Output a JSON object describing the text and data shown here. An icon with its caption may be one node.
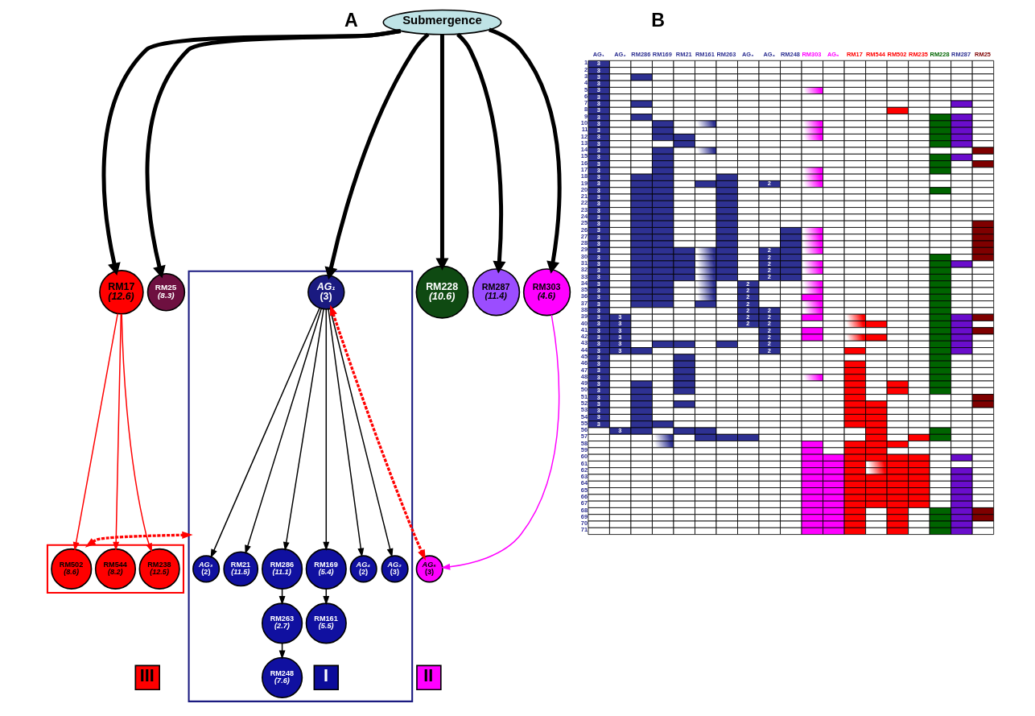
{
  "diagram": {
    "nodes": [
      {
        "text": [
          "Submergence"
        ]
      },
      {
        "text": [
          "RM17",
          "(12.6)"
        ]
      },
      {
        "text": [
          "RM25",
          "(8.3)"
        ]
      },
      {
        "text": [
          "RM228",
          "(10.6)"
        ]
      },
      {
        "text": [],
        "shape": "box"
      },
      {
        "text": [
          "AG₁",
          "(3)"
        ],
        "in": 4
      },
      {
        "text": [
          "AG₂",
          "(3)"
        ],
        "in": 4
      },
      {
        "text": [
          "RM21",
          "(11.5)"
        ],
        "in": 4
      },
      {
        "text": [
          "RM286",
          "(11.1)"
        ],
        "in": 4
      },
      {
        "text": [
          "RM169",
          "(5.4)"
        ],
        "in": 4
      },
      {
        "text": [
          "AG₄",
          "(2)"
        ],
        "in": 4
      },
      {
        "text": [
          "AG₃",
          "(2)"
        ],
        "in": 4
      },
      {
        "text": [
          "RM263",
          "(2.7)"
        ],
        "in": 4
      },
      {
        "text": [
          "RM161",
          "(5.5)"
        ],
        "in": 4
      },
      {
        "text": [
          "RM248",
          "(7.6)"
        ],
        "in": 4
      },
      {
        "text": [
          "I"
        ],
        "in": 4
      },
      {
        "text": [
          "RM287",
          "(11.4)"
        ]
      },
      {
        "text": [
          "RM303",
          "(4.6)"
        ]
      },
      {
        "text": [],
        "shape": "box"
      },
      {
        "text": [
          "RM238",
          "(12.5)"
        ],
        "in": 18
      },
      {
        "text": [
          "RM502",
          "(8.6)"
        ],
        "in": 18
      },
      {
        "text": [
          "RM544",
          "(8.2)"
        ],
        "in": 18
      },
      {
        "text": [
          "AG₅",
          "(3)"
        ]
      },
      {
        "text": [
          "III"
        ]
      },
      {
        "text": [
          "II"
        ]
      }
    ],
    "edges": [
      {
        "from": 0,
        "to": 1,
        "arrow": "to",
        "style": "thick"
      },
      {
        "from": 0,
        "to": 2,
        "arrow": "to",
        "style": "thick"
      },
      {
        "from": 0,
        "to": 3,
        "arrow": "to",
        "style": "thick"
      },
      {
        "from": 0,
        "to": 5,
        "arrow": "to",
        "style": "thick"
      },
      {
        "from": 0,
        "to": 16,
        "arrow": "to",
        "style": "thick"
      },
      {
        "from": 0,
        "to": 17,
        "arrow": "to",
        "style": "thick"
      },
      {
        "from": 1,
        "to": 19,
        "arrow": "to",
        "color": "#ff0000"
      },
      {
        "from": 1,
        "to": 20,
        "arrow": "to",
        "color": "#ff0000"
      },
      {
        "from": 1,
        "to": 21,
        "arrow": "to",
        "color": "#ff0000"
      },
      {
        "from": 5,
        "to": 6,
        "arrow": "to"
      },
      {
        "from": 5,
        "to": 7,
        "arrow": "to"
      },
      {
        "from": 5,
        "to": 8,
        "arrow": "to"
      },
      {
        "from": 5,
        "to": 9,
        "arrow": "to"
      },
      {
        "from": 5,
        "to": 10,
        "arrow": "to"
      },
      {
        "from": 5,
        "to": 11,
        "arrow": "to"
      },
      {
        "from": 8,
        "to": 12,
        "arrow": "to"
      },
      {
        "from": 9,
        "to": 13,
        "arrow": "to"
      },
      {
        "from": 12,
        "to": 14,
        "arrow": "to"
      },
      {
        "from": 17,
        "to": 22,
        "arrow": "to",
        "color": "#ff00ff"
      },
      {
        "from": 18,
        "to": 4,
        "arrow": "both",
        "style": "dashed",
        "color": "#ff0000"
      },
      {
        "from": 5,
        "to": 22,
        "arrow": "both",
        "style": "dashed",
        "color": "#ff0000"
      }
    ],
    "labels": [
      "A",
      "B",
      "AG₁",
      "AG₂",
      "RM286",
      "RM169",
      "RM21",
      "RM161",
      "RM263",
      "AG₃",
      "AG₄",
      "RM248",
      "RM303",
      "AG₅",
      "RM17",
      "RM544",
      "RM502",
      "RM235",
      "RM228",
      "RM287",
      "RM25",
      "1",
      "3",
      "2",
      "3",
      "3",
      "3",
      "4",
      "3",
      "5",
      "3",
      "6",
      "3",
      "7",
      "3",
      "8",
      "3",
      "9",
      "3",
      "10",
      "3",
      "11",
      "3",
      "12",
      "3",
      "13",
      "3",
      "14",
      "3",
      "15",
      "3",
      "16",
      "3",
      "17",
      "3",
      "18",
      "3",
      "19",
      "3",
      "2",
      "20",
      "3",
      "21",
      "3",
      "22",
      "3",
      "23",
      "3",
      "24",
      "3",
      "25",
      "3",
      "26",
      "3",
      "27",
      "3",
      "28",
      "3",
      "29",
      "3",
      "2",
      "30",
      "3",
      "2",
      "31",
      "3",
      "2",
      "32",
      "3",
      "2",
      "33",
      "3",
      "2",
      "34",
      "3",
      "2",
      "35",
      "3",
      "2",
      "36",
      "3",
      "2",
      "37",
      "3",
      "2",
      "38",
      "3",
      "2",
      "2",
      "39",
      "3",
      "3",
      "2",
      "2",
      "40",
      "3",
      "3",
      "2",
      "2",
      "41",
      "3",
      "3",
      "2",
      "42",
      "3",
      "3",
      "2",
      "43",
      "3",
      "3",
      "2",
      "44",
      "3",
      "3",
      "2",
      "45",
      "3",
      "46",
      "3",
      "47",
      "3",
      "48",
      "3",
      "49",
      "3",
      "50",
      "3",
      "51",
      "3",
      "52",
      "3",
      "53",
      "3",
      "54",
      "3",
      "55",
      "3",
      "56",
      "3",
      "57",
      "58",
      "59",
      "60",
      "61",
      "62",
      "63",
      "64",
      "65",
      "66",
      "67",
      "68",
      "69",
      "70",
      "71"
    ]
  }
}
